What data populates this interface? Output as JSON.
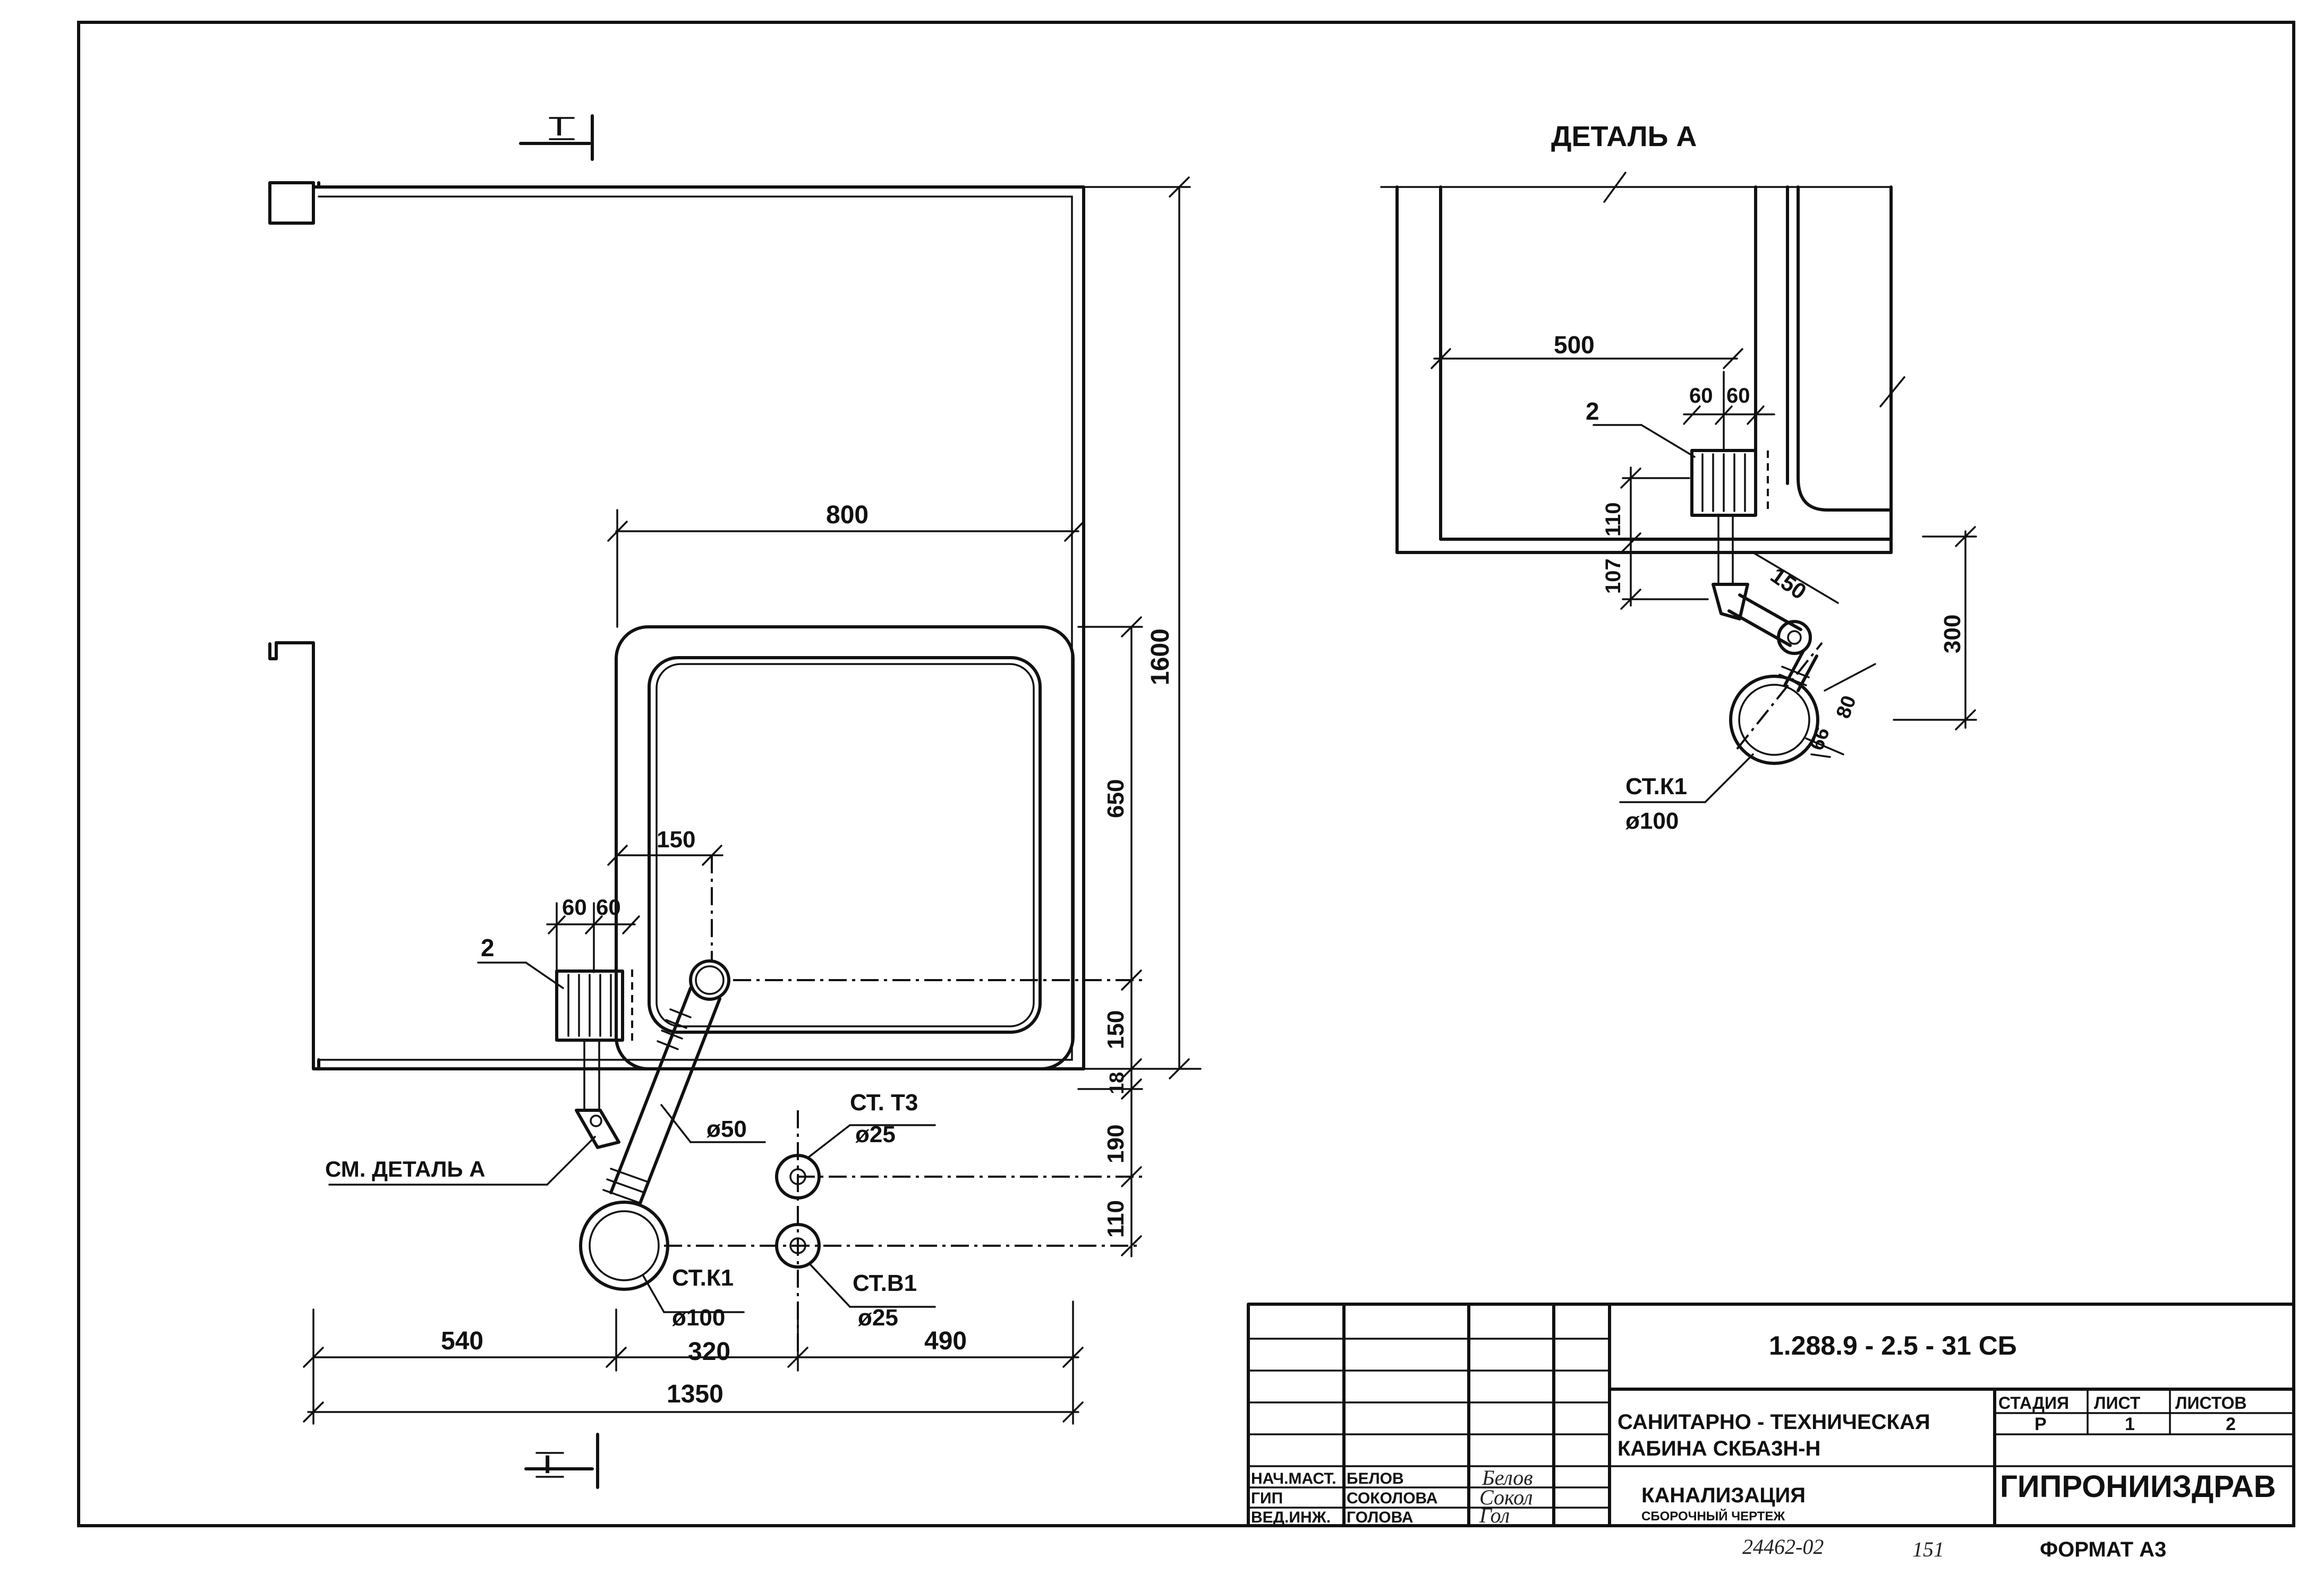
{
  "section_mark": {
    "label": "I"
  },
  "plan": {
    "dims": {
      "d800": "800",
      "d150_top": "150",
      "d60a": "60",
      "d60b": "60",
      "d1600": "1600",
      "d650": "650",
      "d150_right": "150",
      "d18": "18",
      "d190": "190",
      "d110": "110",
      "d540": "540",
      "d320": "320",
      "d490": "490",
      "d1350": "1350"
    },
    "labels": {
      "item2": "2",
      "see_detail": "СМ. ДЕТАЛЬ А",
      "pipe_d50": "ø50",
      "k1_name": "СТ.К1",
      "k1_dia": "ø100",
      "t3_name": "СТ. Т3",
      "t3_dia": "ø25",
      "b1_name": "СТ.В1",
      "b1_dia": "ø25"
    }
  },
  "detail": {
    "title": "ДЕТАЛЬ  А",
    "dims": {
      "d500": "500",
      "d60a": "60",
      "d60b": "60",
      "d110": "110",
      "d107": "107",
      "d150": "150",
      "d300": "300",
      "d66": "66",
      "d80": "80"
    },
    "labels": {
      "item2": "2",
      "k1_name": "СТ.К1",
      "k1_dia": "ø100"
    }
  },
  "title_block": {
    "doc_code": "1.288.9 - 2.5 - 31   СБ",
    "title_line1": "САНИТАРНО - ТЕХНИЧЕСКАЯ",
    "title_line2": "КАБИНА   СКБА3Н-Н",
    "subtitle": "КАНАЛИЗАЦИЯ",
    "subtitle_small": "СБОРОЧНЫЙ ЧЕРТЕЖ",
    "stage_header": "СТАДИЯ",
    "sheet_header": "ЛИСТ",
    "sheets_header": "ЛИСТОВ",
    "stage": "Р",
    "sheet": "1",
    "sheets": "2",
    "org": "ГИПРОНИИЗДРАВ",
    "people": [
      {
        "role": "НАЧ.МАСТ.",
        "name": "БЕЛОВ",
        "sign": "Белов"
      },
      {
        "role": "ГИП",
        "name": "СОКОЛОВА",
        "sign": "Сокол"
      },
      {
        "role": "ВЕД.ИНЖ.",
        "name": "ГОЛОВА",
        "sign": "Гол"
      }
    ],
    "inventory": "24462-02",
    "page": "151",
    "format": "ФОРМАТ А3"
  }
}
